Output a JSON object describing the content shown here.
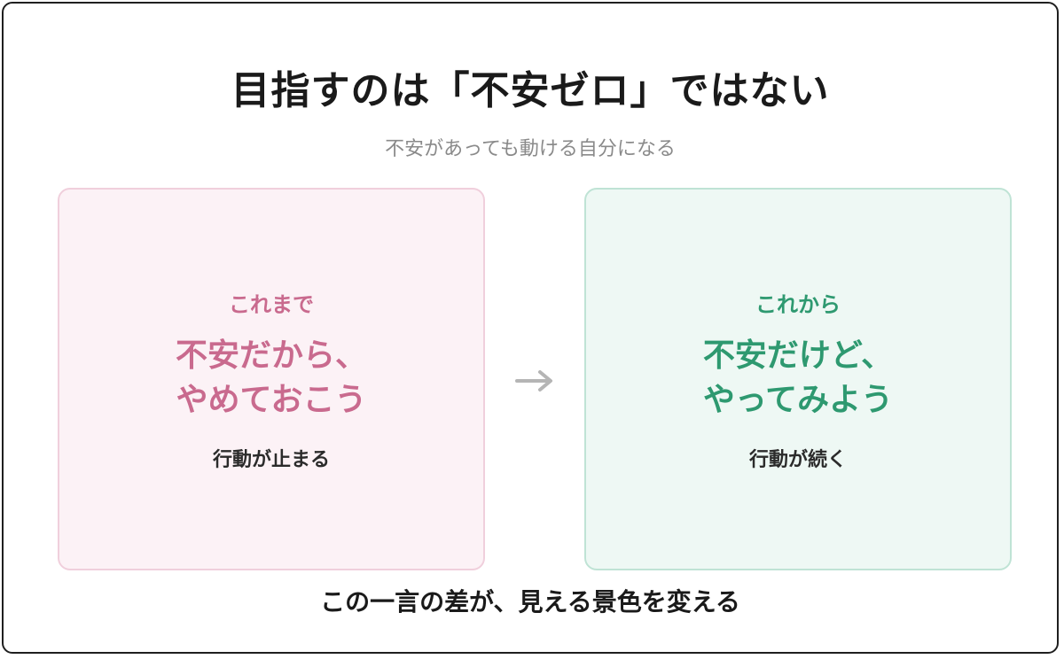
{
  "title": "目指すのは「不安ゼロ」ではない",
  "subtitle": "不安があっても動ける自分になる",
  "before": {
    "label": "これまで",
    "main_line1": "不安だから、",
    "main_line2": "やめておこう",
    "note": "行動が止まる"
  },
  "after": {
    "label": "これから",
    "main_line1": "不安だけど、",
    "main_line2": "やってみよう",
    "note": "行動が続く"
  },
  "footer": "この一言の差が、見える景色を変える",
  "colors": {
    "before_accent": "#c96a8e",
    "after_accent": "#2e9970",
    "arrow": "#b5b5b5"
  },
  "icons": {
    "arrow": "arrow-right-icon"
  }
}
